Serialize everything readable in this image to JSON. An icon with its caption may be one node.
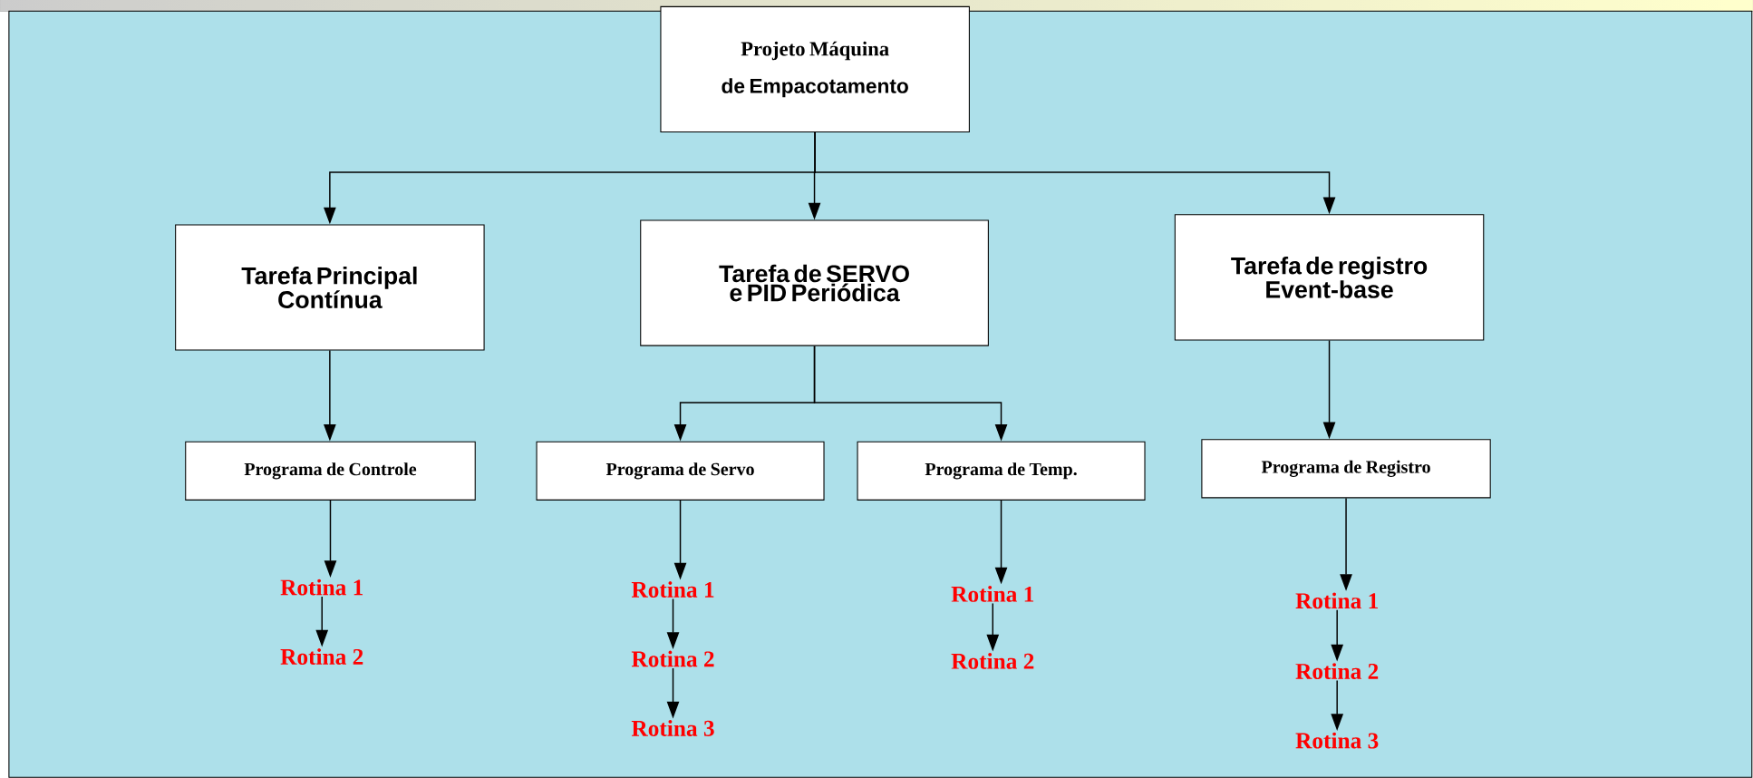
{
  "diagram": {
    "nodes": [
      {
        "text": [
          "Projeto Máquina",
          "de Empacotamento"
        ]
      },
      {
        "text": [
          "Tarefa Principal Contínua"
        ]
      },
      {
        "text": [
          "Tarefa de SERVO e PID Periódica"
        ]
      },
      {
        "text": [
          "Tarefa de registro Event-base"
        ]
      },
      {
        "text": [
          "Programa de Controle"
        ]
      },
      {
        "text": [
          "Programa de Servo"
        ]
      },
      {
        "text": [
          "Programa de Temp."
        ]
      },
      {
        "text": [
          "Programa de Registro"
        ]
      },
      {
        "text": [
          "Rotina 1"
        ]
      },
      {
        "text": [
          "Rotina 2"
        ]
      },
      {
        "text": [
          "Rotina 1"
        ]
      },
      {
        "text": [
          "Rotina 2"
        ]
      },
      {
        "text": [
          "Rotina 3"
        ]
      },
      {
        "text": [
          "Rotina 1"
        ]
      },
      {
        "text": [
          "Rotina 2"
        ]
      },
      {
        "text": [
          "Rotina 1"
        ]
      },
      {
        "text": [
          "Rotina 2"
        ]
      },
      {
        "text": [
          "Rotina 3"
        ]
      }
    ],
    "edges": [
      {
        "from": 0,
        "to": 1,
        "arrow": "to"
      },
      {
        "from": 0,
        "to": 2,
        "arrow": "to"
      },
      {
        "from": 0,
        "to": 3,
        "arrow": "to"
      },
      {
        "from": 1,
        "to": 4,
        "arrow": "to"
      },
      {
        "from": 2,
        "to": 5,
        "arrow": "to"
      },
      {
        "from": 2,
        "to": 6,
        "arrow": "to"
      },
      {
        "from": 3,
        "to": 7,
        "arrow": "to"
      },
      {
        "from": 4,
        "to": 8,
        "arrow": "to"
      },
      {
        "from": 8,
        "to": 9,
        "arrow": "to"
      },
      {
        "from": 5,
        "to": 10,
        "arrow": "to"
      },
      {
        "from": 10,
        "to": 11,
        "arrow": "to"
      },
      {
        "from": 11,
        "to": 12,
        "arrow": "to"
      },
      {
        "from": 6,
        "to": 13,
        "arrow": "to"
      },
      {
        "from": 13,
        "to": 14,
        "arrow": "to"
      },
      {
        "from": 7,
        "to": 15,
        "arrow": "to"
      },
      {
        "from": 15,
        "to": 16,
        "arrow": "to"
      },
      {
        "from": 16,
        "to": 17,
        "arrow": "to"
      }
    ]
  }
}
